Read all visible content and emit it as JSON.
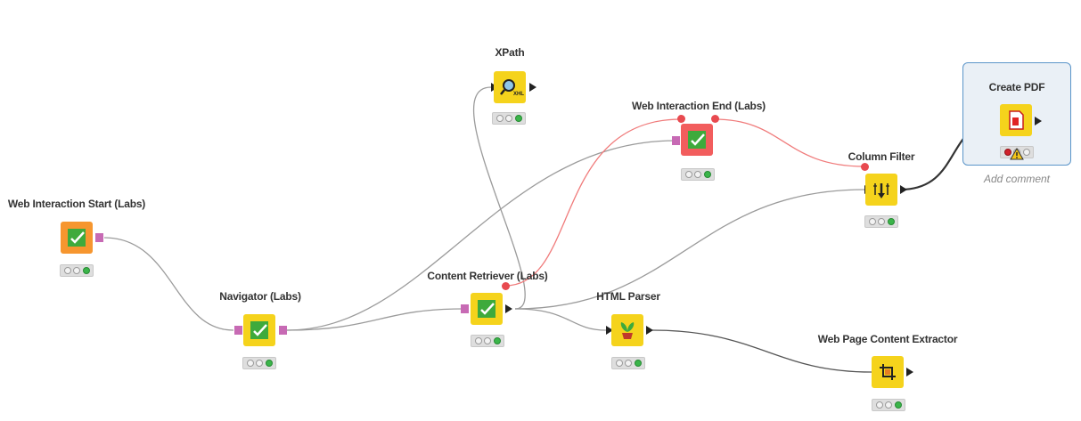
{
  "nodes": {
    "xpath": {
      "label": "XPath",
      "icon": "xpath-icon"
    },
    "web_interaction_end": {
      "label": "Web Interaction End (Labs)",
      "icon": "selenium-icon"
    },
    "create_pdf": {
      "label": "Create PDF",
      "icon": "pdf-icon",
      "comment": "Add comment"
    },
    "column_filter": {
      "label": "Column Filter",
      "icon": "column-filter-icon"
    },
    "web_interaction_start": {
      "label": "Web Interaction Start (Labs)",
      "icon": "selenium-icon"
    },
    "navigator": {
      "label": "Navigator (Labs)",
      "icon": "selenium-icon"
    },
    "content_retriever": {
      "label": "Content Retriever (Labs)",
      "icon": "selenium-icon"
    },
    "html_parser": {
      "label": "HTML Parser",
      "icon": "plant-icon"
    },
    "web_page_content_extractor": {
      "label": "Web Page Content Extractor",
      "icon": "crop-icon"
    }
  },
  "colors": {
    "node_yellow": "#f5d31c",
    "node_orange": "#f6962f",
    "node_red": "#f25d5d",
    "connection": "#9b9b9b",
    "flow_variable": "#f07b7b",
    "selection": "#5b95c9"
  }
}
